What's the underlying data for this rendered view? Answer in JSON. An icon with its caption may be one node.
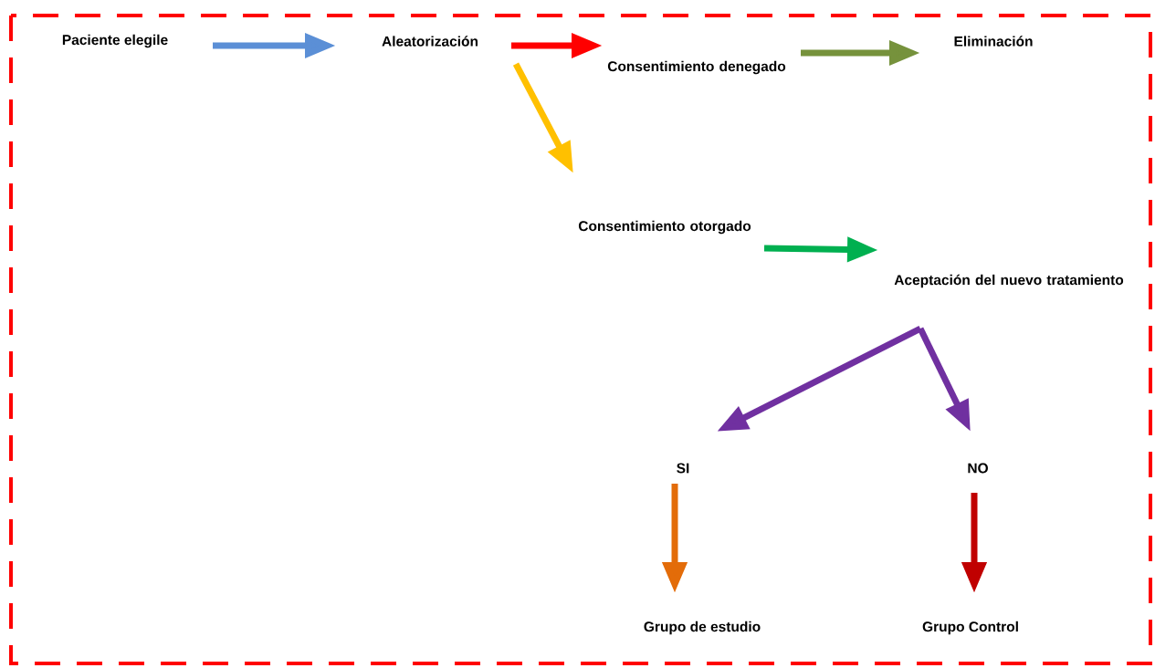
{
  "diagram": {
    "nodes": [
      {
        "text": [
          "Paciente elegile"
        ]
      },
      {
        "text": [
          "Aleatorización"
        ]
      },
      {
        "text": [
          "Consentimiento denegado"
        ]
      },
      {
        "text": [
          "Eliminación"
        ]
      },
      {
        "text": [
          "Consentimiento otorgado"
        ]
      },
      {
        "text": [
          "Aceptación del nuevo tratamiento"
        ]
      },
      {
        "text": [
          "SI"
        ]
      },
      {
        "text": [
          "NO"
        ]
      },
      {
        "text": [
          "Grupo de estudio"
        ]
      },
      {
        "text": [
          "Grupo Control"
        ]
      }
    ],
    "edges": [
      {
        "from": 0,
        "to": 1,
        "arrow": "to",
        "color": "#5b8fd6"
      },
      {
        "from": 1,
        "to": 2,
        "arrow": "to",
        "color": "#ff0000"
      },
      {
        "from": 2,
        "to": 3,
        "arrow": "to",
        "color": "#76923c"
      },
      {
        "from": 1,
        "to": 4,
        "arrow": "to",
        "color": "#ffc000"
      },
      {
        "from": 4,
        "to": 5,
        "arrow": "to",
        "color": "#00b050"
      },
      {
        "from": 5,
        "to": 6,
        "arrow": "to",
        "color": "#7030a0"
      },
      {
        "from": 5,
        "to": 7,
        "arrow": "to",
        "color": "#7030a0"
      },
      {
        "from": 6,
        "to": 8,
        "arrow": "to",
        "color": "#e36c09"
      },
      {
        "from": 7,
        "to": 9,
        "arrow": "to",
        "color": "#c00000"
      }
    ]
  }
}
